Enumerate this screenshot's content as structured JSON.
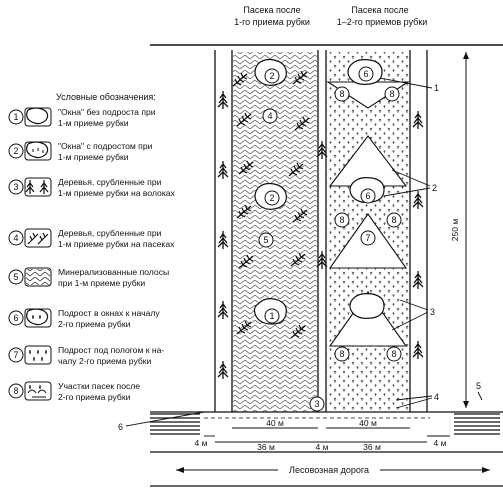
{
  "headers": {
    "left": [
      "Пасека после",
      "1-го приема рубки"
    ],
    "right": [
      "Пасека после",
      "1–2-го приемов рубки"
    ]
  },
  "legend": {
    "title": "Условные обозначения:",
    "items": [
      {
        "num": "1",
        "icon": "window-no-undergrowth-icon",
        "lines": [
          "\"Окна\" без подроста при",
          "1-м приеме рубки"
        ]
      },
      {
        "num": "2",
        "icon": "window-with-undergrowth-icon",
        "lines": [
          "\"Окна\" с подростом при",
          "1-м приеме рубки"
        ]
      },
      {
        "num": "3",
        "icon": "trees-cut-portages-icon",
        "lines": [
          "Деревья, срубленные при",
          "1-м приеме рубки на волоках"
        ]
      },
      {
        "num": "4",
        "icon": "trees-cut-apiaries-icon",
        "lines": [
          "Деревья, срубленные при",
          "1-м приеме рубки на пасеках"
        ]
      },
      {
        "num": "5",
        "icon": "mineralized-strips-icon",
        "lines": [
          "Минерализованные полосы",
          "при 1-м приеме рубки"
        ]
      },
      {
        "num": "6",
        "icon": "undergrowth-in-windows-icon",
        "lines": [
          "Подрост в окнах к началу",
          "2-го приема рубки"
        ]
      },
      {
        "num": "7",
        "icon": "undergrowth-under-canopy-icon",
        "lines": [
          "Подрост под пологом к на-",
          "чалу 2-го приема рубки"
        ]
      },
      {
        "num": "8",
        "icon": "apiary-sections-icon",
        "lines": [
          "Участки пасек после",
          "2-го приема рубки"
        ]
      }
    ]
  },
  "plot": {
    "left_markers": [
      "2",
      "4",
      "2",
      "5",
      "1"
    ],
    "right_markers": [
      "6",
      "8",
      "8",
      "6",
      "8",
      "7",
      "8",
      "8",
      "8"
    ],
    "road_marker": "3"
  },
  "callouts": [
    "1",
    "2",
    "3",
    "4",
    "5",
    "6"
  ],
  "dimensions": {
    "height": "250 м",
    "strip_left": "40 м",
    "strip_right": "40 м",
    "apiary_left": "36 м",
    "apiary_right": "36 м",
    "road_left": "4 м",
    "road_mid": "4 м",
    "road_right": "4 м"
  },
  "road_label": "Лесовозная дорога"
}
